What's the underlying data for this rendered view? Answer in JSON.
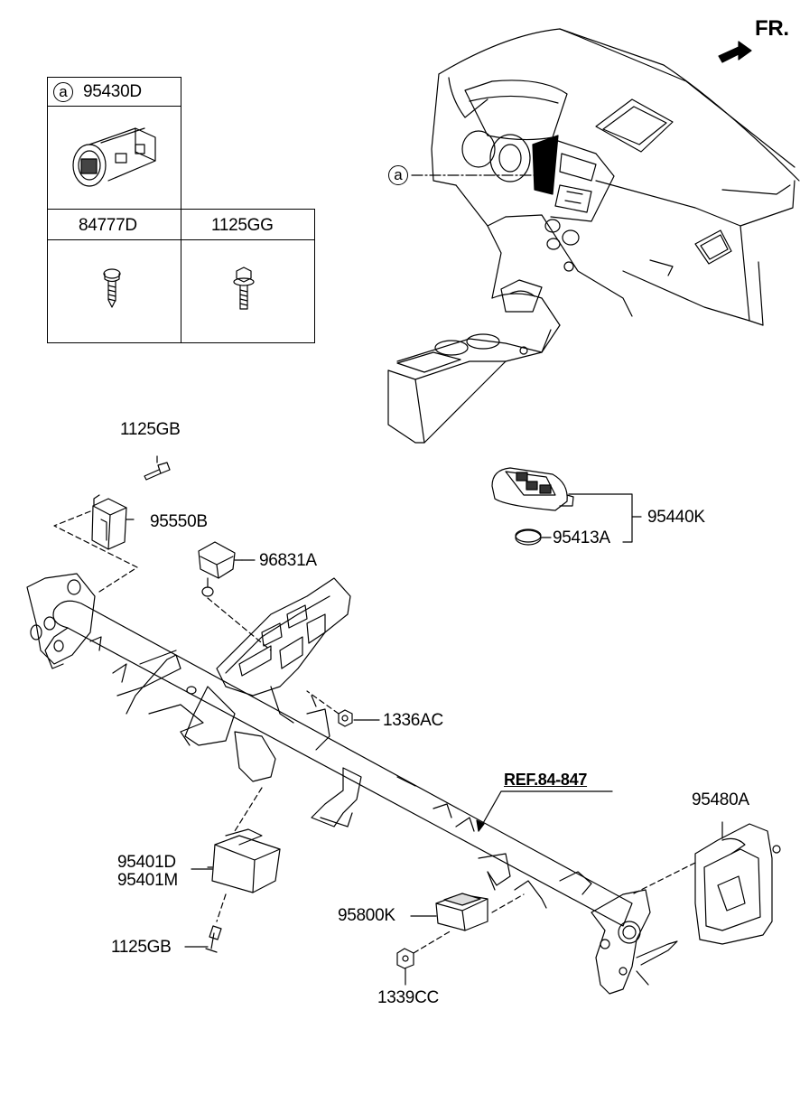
{
  "orientation_label": "FR.",
  "callout_letter": "a",
  "reference": "REF.84-847",
  "table": {
    "row1": {
      "circle": "a",
      "part": "95430D"
    },
    "row2": {
      "left": "84777D",
      "right": "1125GG"
    }
  },
  "labels": {
    "bolt_top": "1125GB",
    "module_95550B": "95550B",
    "sensor_96831A": "96831A",
    "nut_1336AC": "1336AC",
    "key_95440K": "95440K",
    "battery_95413A": "95413A",
    "unit_95401D": "95401D",
    "unit_95401M": "95401M",
    "bolt_bottom": "1125GB",
    "antenna_95800K": "95800K",
    "nut_1339CC": "1339CC",
    "bracket_95480A": "95480A"
  }
}
